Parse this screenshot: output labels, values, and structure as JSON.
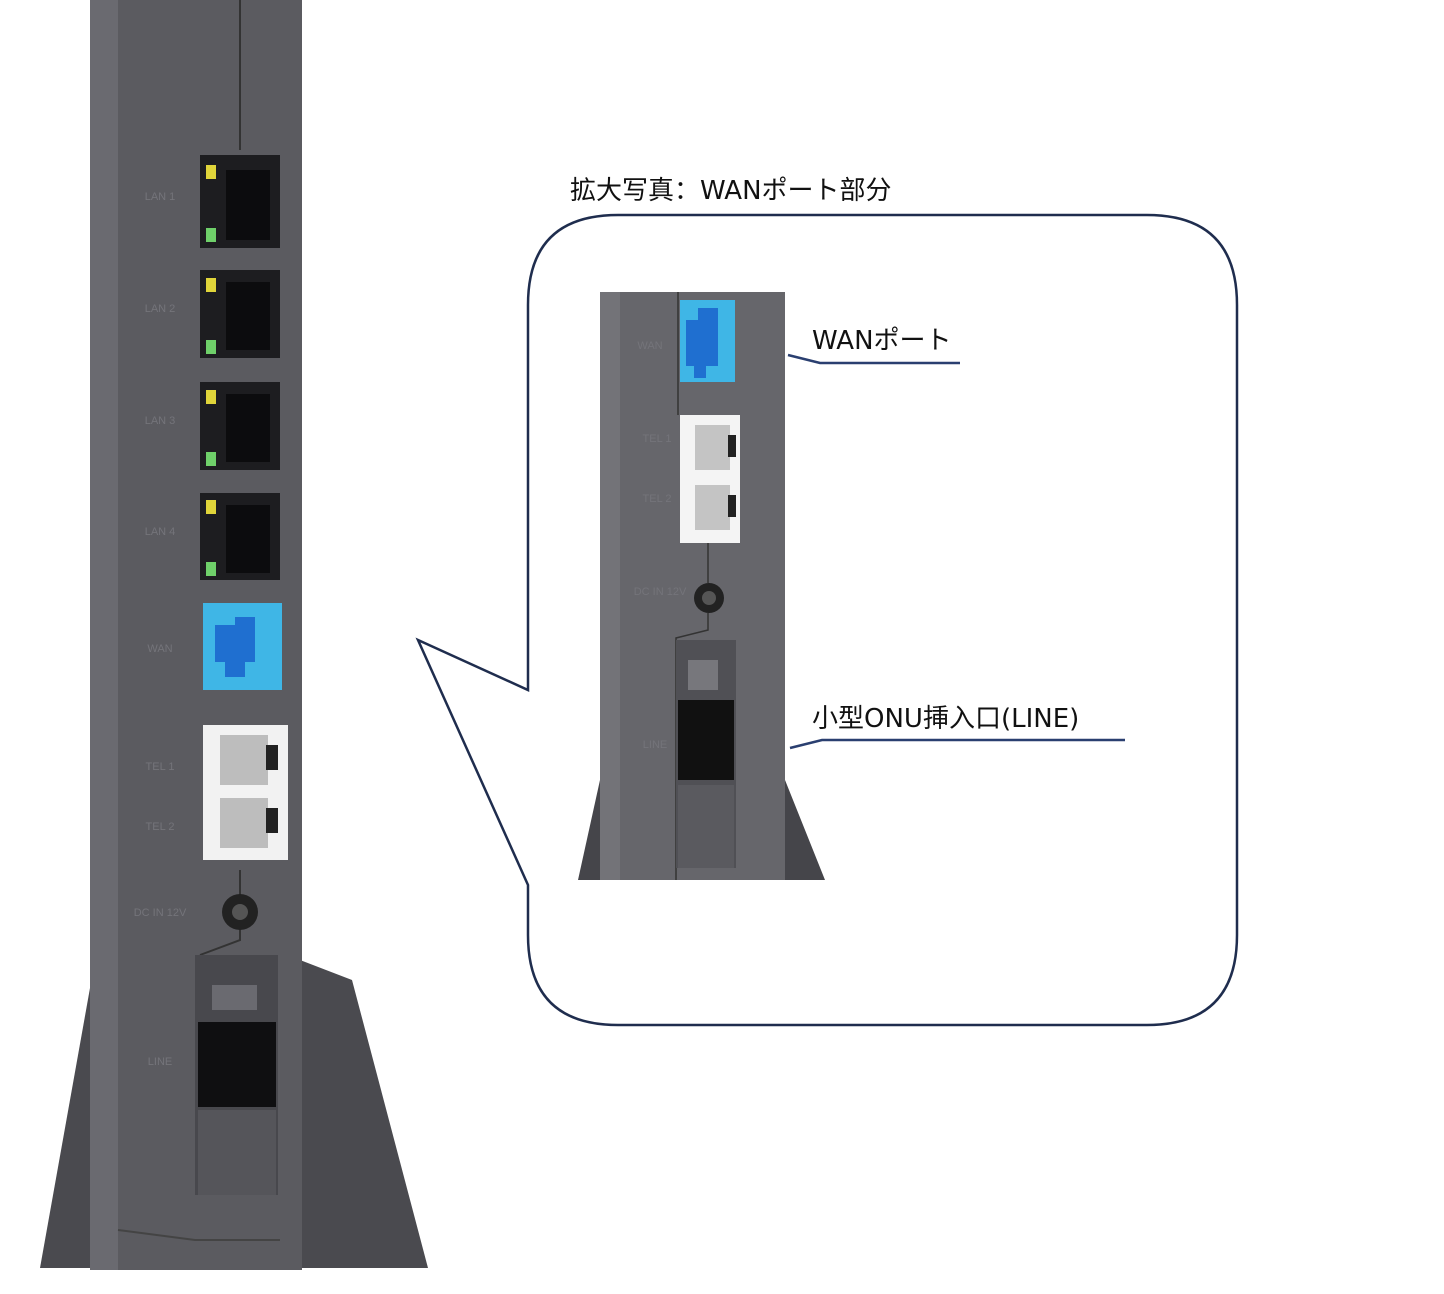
{
  "title": "拡大写真：WANポート部分",
  "callouts": {
    "wan_port": "WANポート",
    "onu_slot": "小型ONU挿入口(LINE)"
  },
  "device_labels": {
    "lan1": "LAN 1",
    "lan2": "LAN 2",
    "lan3": "LAN 3",
    "lan4": "LAN 4",
    "wan": "WAN",
    "tel1": "TEL 1",
    "tel2": "TEL 2",
    "dcin": "DC IN 12V",
    "line": "LINE"
  },
  "colors": {
    "body": "#5b5b60",
    "wan_port": "#3fb6e6",
    "callout_stroke": "#1f2d4e",
    "led_yellow": "#e0d53a",
    "led_green": "#6fd06a"
  }
}
